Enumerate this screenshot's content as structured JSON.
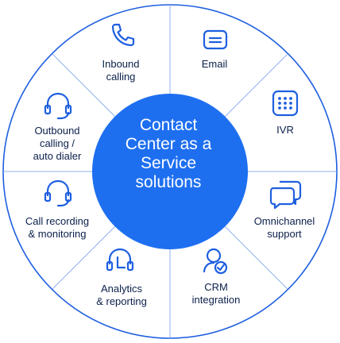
{
  "center": {
    "lines": [
      "Contact",
      "Center as a",
      "Service",
      "solutions"
    ]
  },
  "segments": [
    {
      "id": "inbound",
      "icon": "phone-icon",
      "lines": [
        "Inbound",
        "calling"
      ]
    },
    {
      "id": "email",
      "icon": "email-icon",
      "lines": [
        "Email"
      ]
    },
    {
      "id": "ivr",
      "icon": "keypad-icon",
      "lines": [
        "IVR"
      ]
    },
    {
      "id": "omni",
      "icon": "chat-bubbles-icon",
      "lines": [
        "Omnichannel",
        "support"
      ]
    },
    {
      "id": "crm",
      "icon": "crm-user-icon",
      "lines": [
        "CRM",
        "integration"
      ]
    },
    {
      "id": "analytics",
      "icon": "headset-chart-icon",
      "lines": [
        "Analytics",
        "& reporting"
      ]
    },
    {
      "id": "recording",
      "icon": "headset-icon",
      "lines": [
        "Call recording",
        "& monitoring"
      ]
    },
    {
      "id": "outbound",
      "icon": "headset-icon",
      "lines": [
        "Outbound",
        "calling /",
        "auto dialer"
      ]
    }
  ],
  "colors": {
    "accent": "#1e6ff0",
    "ring_stroke": "#1e5fe0",
    "divider": "#8fb0ef",
    "text": "#0b1f4a"
  }
}
